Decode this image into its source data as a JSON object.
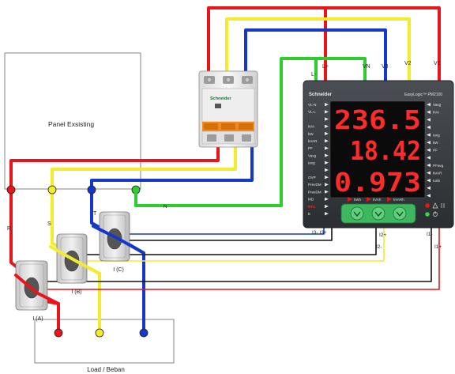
{
  "labels": {
    "panel": "Panel Exsisting",
    "load": "Load / Beban",
    "ct_a": "I (A)",
    "ct_b": "I (B)",
    "ct_c": "I (C)",
    "wire_r": "R",
    "wire_s": "S",
    "wire_t": "T",
    "wire_n": "N"
  },
  "terminals": {
    "l_minus": "L-",
    "l_plus": "L+",
    "vn": "VN",
    "v3": "V3",
    "v2": "V2",
    "v1": "V1",
    "i3": "I3- I3+",
    "i2_plus": "I2+",
    "i2_minus": "I2-",
    "i1_minus": "I1-",
    "i1_plus": "I1+"
  },
  "breaker": {
    "brand": "Schneider"
  },
  "meter": {
    "brand": "Schneider",
    "model": "EasyLogic™ PM2100",
    "readings": [
      "236.5",
      "18.42",
      "0.973"
    ],
    "left_labels": [
      "VL-N",
      "VL-L",
      "",
      "kVA",
      "kW",
      "kVAR",
      "PF",
      "Vavg",
      "Iavg",
      "",
      "OVP",
      "PrevDM",
      "PresDM",
      "MD",
      "RTC",
      "Ε"
    ],
    "right_labels": [
      "Vavg",
      "kVA",
      "",
      "",
      "Iavg",
      "kW",
      "PF",
      "",
      "PFavg",
      "kVAR",
      "Iunb",
      "",
      ""
    ],
    "bottom_leds": [
      "kWh",
      "kVAh",
      "kVARh"
    ],
    "buttons": [
      "menu",
      "down",
      "ok"
    ],
    "status_icons": [
      "alarm-icon",
      "power-icon"
    ]
  },
  "colors": {
    "red": "#e8151b",
    "yellow": "#f3ec2e",
    "blue": "#1538c9",
    "green": "#2fcc2f",
    "black": "#111111",
    "seven_seg": "#ff2a2a"
  }
}
